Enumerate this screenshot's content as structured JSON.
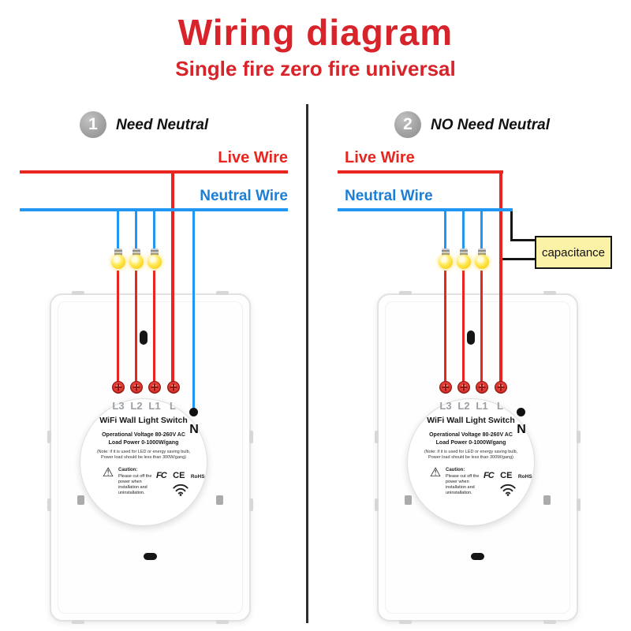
{
  "header": {
    "title": "Wiring diagram",
    "subtitle": "Single fire zero fire universal"
  },
  "panels": {
    "left": {
      "step_number": "1",
      "step_label": "Need Neutral",
      "live_label": "Live Wire",
      "neutral_label": "Neutral Wire"
    },
    "right": {
      "step_number": "2",
      "step_label": "NO Need Neutral",
      "live_label": "Live Wire",
      "neutral_label": "Neutral Wire",
      "capacitance_label": "capacitance"
    }
  },
  "device": {
    "terminal_labels": [
      "L3",
      "L2",
      "L1",
      "L"
    ],
    "neutral_label": "N",
    "name": "WiFi Wall Light Switch",
    "spec_voltage": "Operational Voltage 80-260V AC",
    "spec_power": "Load Power 0-1000W/gang",
    "note_line1": "(Note:  if it is used for LED or energy saving bulb,",
    "note_line2": "Power load should be less than 300W/gang)",
    "caution_title": "Caution:",
    "caution_text": "Please cut off the power when installation and uninstallation.",
    "warning_glyph": "⚠",
    "cert_fcc": "FC",
    "cert_ce": "CE",
    "cert_rohs": "RoHS"
  },
  "icons": {
    "wifi_icon": "three-arc-wifi",
    "bulb_icon": "glowing-bulb",
    "terminal_icon": "red-screw-terminal",
    "warning_icon": "triangle-exclamation"
  },
  "colors": {
    "title_red": "#d8232a",
    "live_wire_red": "#e8251f",
    "neutral_wire_blue": "#2196f3",
    "neutral_label_blue": "#1c7fd6",
    "capacitance_fill": "#fbf2a7"
  }
}
